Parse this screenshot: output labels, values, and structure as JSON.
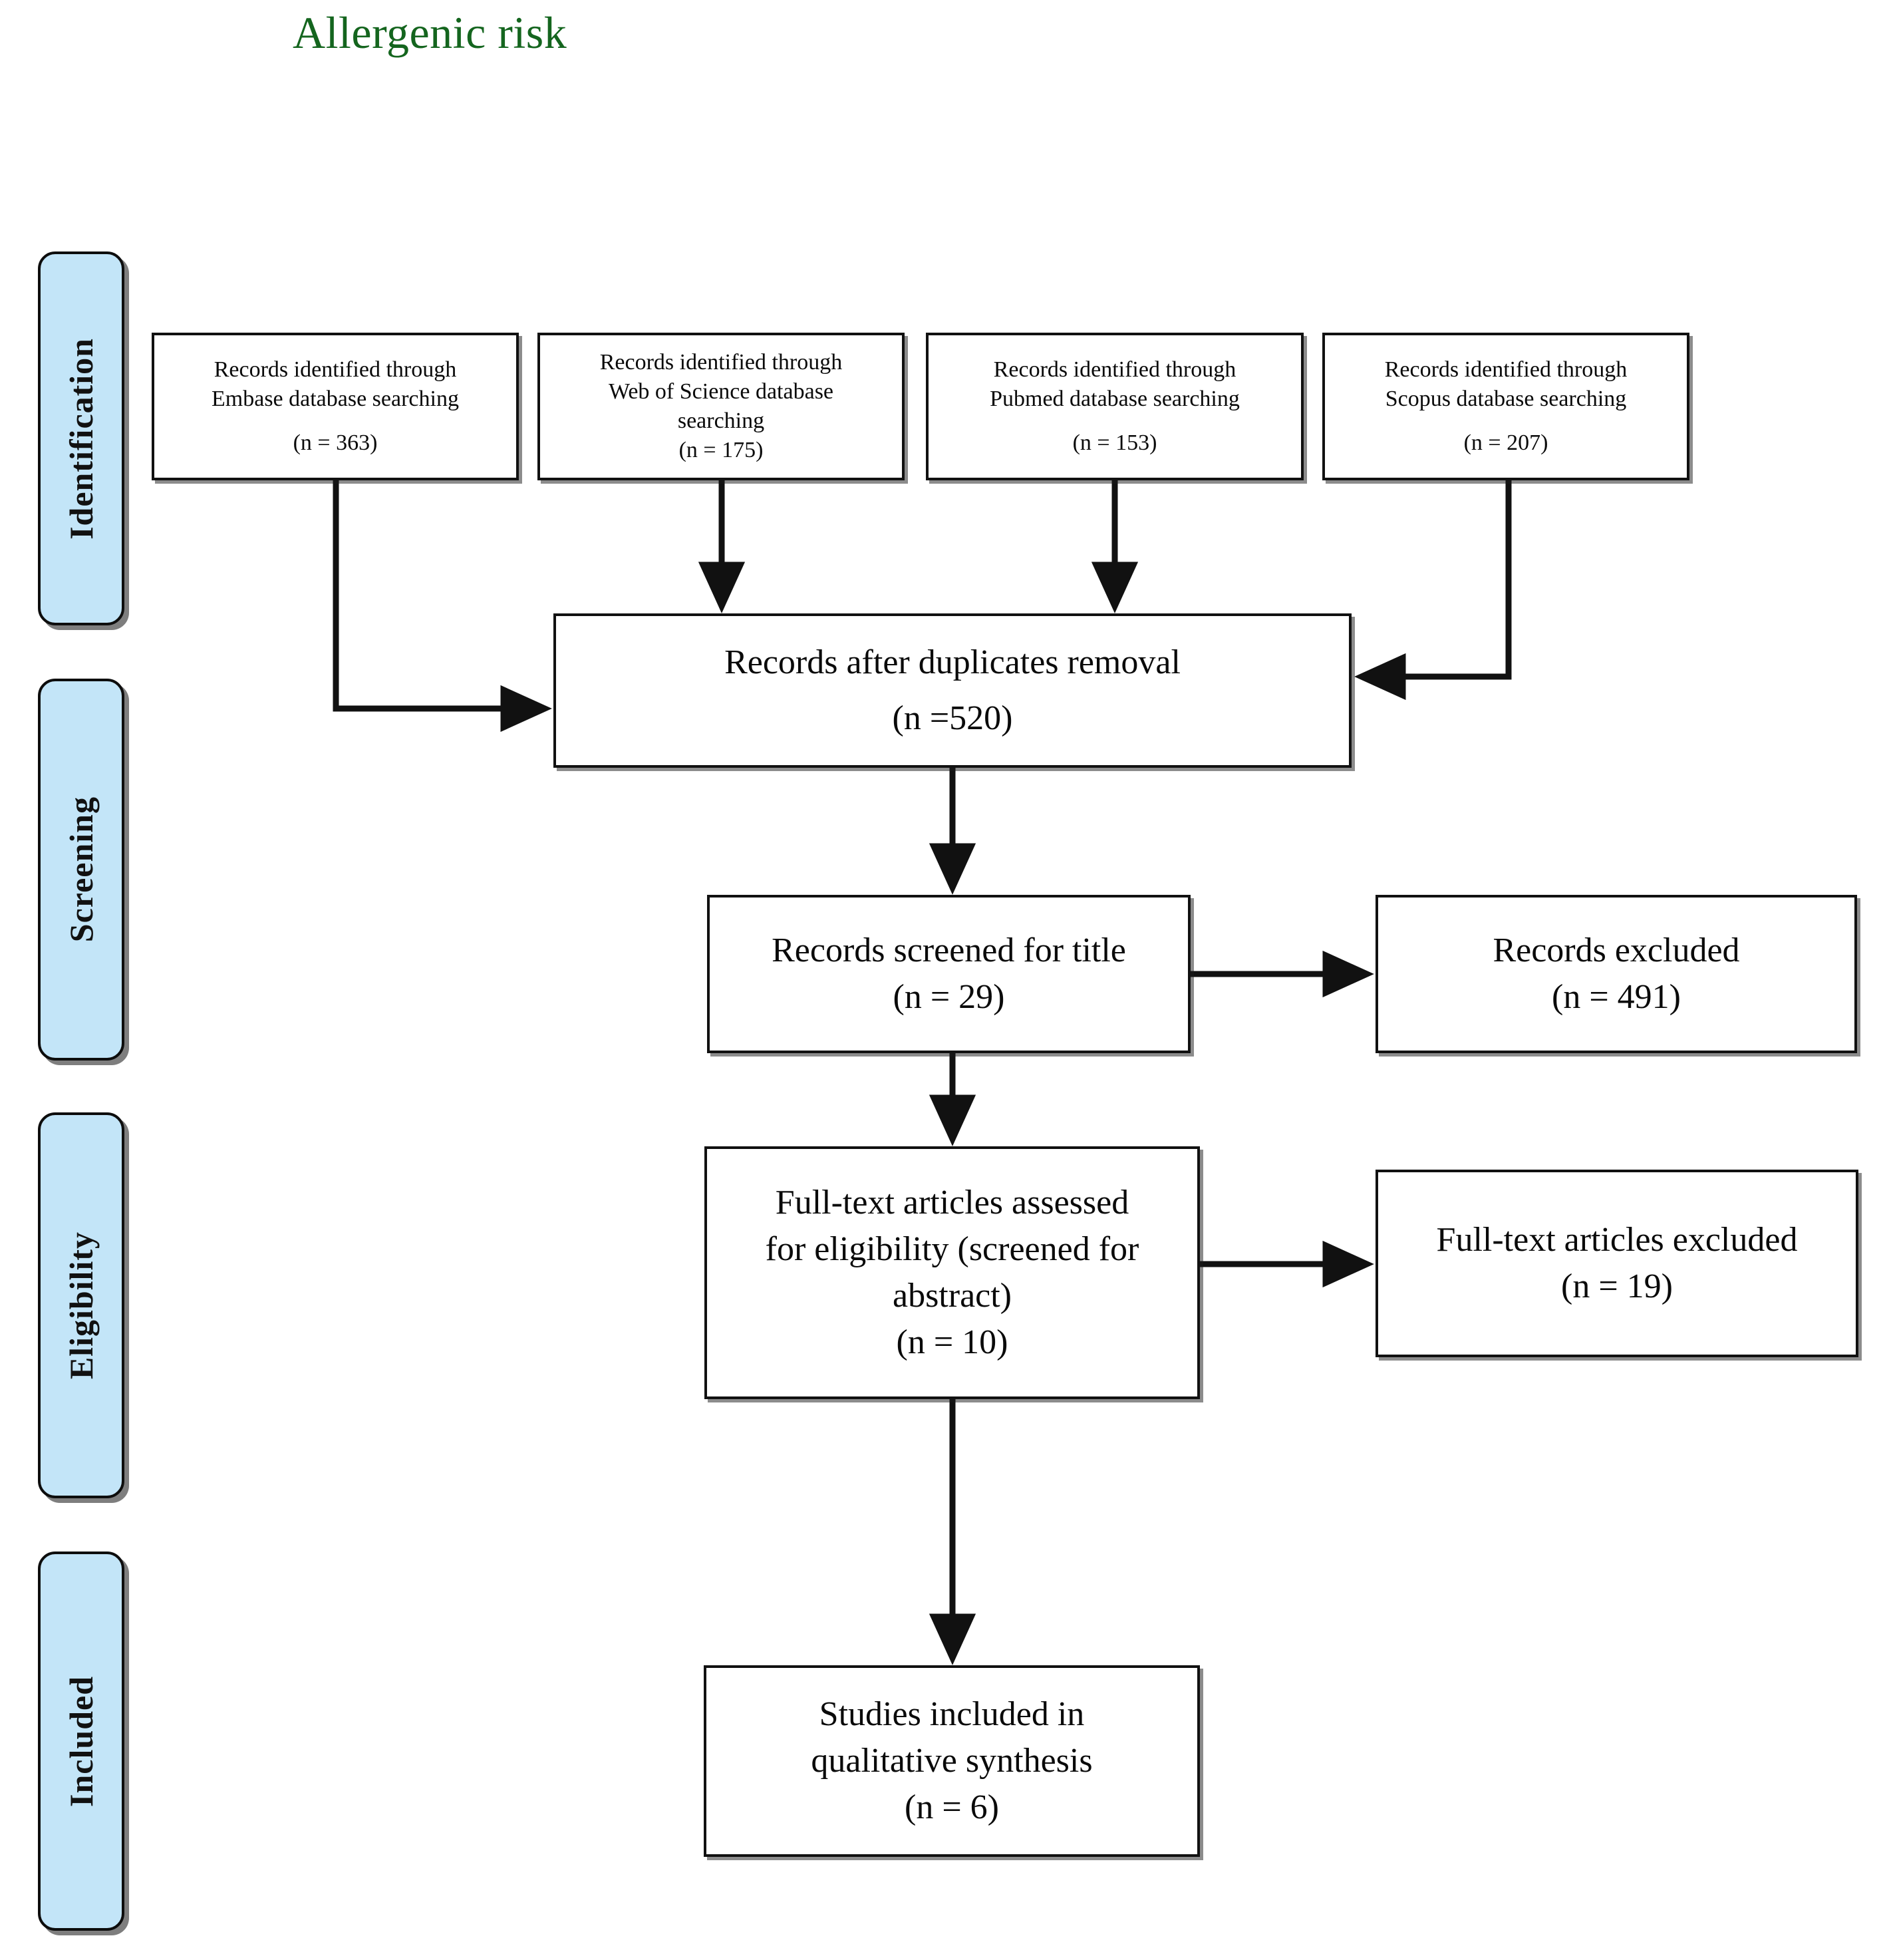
{
  "title": "Allergenic risk",
  "colors": {
    "title_green": "#14651e",
    "pill_fill": "#c3e5f8",
    "stroke": "#111111",
    "box_fill": "#ffffff"
  },
  "stages": [
    {
      "id": "identification",
      "label": "Identification"
    },
    {
      "id": "screening",
      "label": "Screening"
    },
    {
      "id": "eligibility",
      "label": "Eligibility"
    },
    {
      "id": "included",
      "label": "Included"
    }
  ],
  "boxes": {
    "embase": {
      "line1": "Records identified through",
      "line2": "Embase database searching",
      "count": "(n = 363)"
    },
    "web_of_science": {
      "line1": "Records identified through",
      "line2": "Web of Science database",
      "line3": "searching",
      "count": "(n = 175)"
    },
    "pubmed": {
      "line1": "Records identified through",
      "line2": "Pubmed database searching",
      "count": "(n = 153)"
    },
    "scopus": {
      "line1": "Records identified through",
      "line2": "Scopus database searching",
      "count": "(n = 207)"
    },
    "duplicates_removed": {
      "line1": "Records after duplicates removal",
      "count": "(n =520)"
    },
    "records_screened": {
      "line1": "Records screened for title",
      "count": "(n = 29)"
    },
    "records_excluded": {
      "line1": "Records excluded",
      "count": "(n = 491)"
    },
    "fulltext_assessed": {
      "line1": "Full-text articles assessed",
      "line2": "for eligibility (screened for",
      "line3": "abstract)",
      "count": "(n = 10)"
    },
    "fulltext_excluded": {
      "line1": "Full-text articles excluded",
      "count": "(n = 19)"
    },
    "studies_included": {
      "line1": "Studies included in",
      "line2": "qualitative synthesis",
      "count": "(n = 6)"
    }
  },
  "chart_data": {
    "type": "diagram",
    "diagram_kind": "PRISMA flow diagram",
    "title": "Allergenic risk",
    "stages": [
      "Identification",
      "Screening",
      "Eligibility",
      "Included"
    ],
    "nodes": [
      {
        "id": "embase",
        "stage": "Identification",
        "label": "Records identified through Embase database searching",
        "n": 363
      },
      {
        "id": "web_of_science",
        "stage": "Identification",
        "label": "Records identified through Web of Science database searching",
        "n": 175
      },
      {
        "id": "pubmed",
        "stage": "Identification",
        "label": "Records identified through Pubmed database searching",
        "n": 153
      },
      {
        "id": "scopus",
        "stage": "Identification",
        "label": "Records identified through Scopus database searching",
        "n": 207
      },
      {
        "id": "duplicates_removed",
        "stage": "Screening",
        "label": "Records after duplicates removal",
        "n": 520
      },
      {
        "id": "records_screened",
        "stage": "Screening",
        "label": "Records screened for title",
        "n": 29
      },
      {
        "id": "records_excluded",
        "stage": "Screening",
        "label": "Records excluded",
        "n": 491
      },
      {
        "id": "fulltext_assessed",
        "stage": "Eligibility",
        "label": "Full-text articles assessed for eligibility (screened for abstract)",
        "n": 10
      },
      {
        "id": "fulltext_excluded",
        "stage": "Eligibility",
        "label": "Full-text articles excluded",
        "n": 19
      },
      {
        "id": "studies_included",
        "stage": "Included",
        "label": "Studies included in qualitative synthesis",
        "n": 6
      }
    ],
    "edges": [
      {
        "from": "embase",
        "to": "duplicates_removed"
      },
      {
        "from": "web_of_science",
        "to": "duplicates_removed"
      },
      {
        "from": "pubmed",
        "to": "duplicates_removed"
      },
      {
        "from": "scopus",
        "to": "duplicates_removed"
      },
      {
        "from": "duplicates_removed",
        "to": "records_screened"
      },
      {
        "from": "records_screened",
        "to": "records_excluded"
      },
      {
        "from": "records_screened",
        "to": "fulltext_assessed"
      },
      {
        "from": "fulltext_assessed",
        "to": "fulltext_excluded"
      },
      {
        "from": "fulltext_assessed",
        "to": "studies_included"
      }
    ]
  }
}
